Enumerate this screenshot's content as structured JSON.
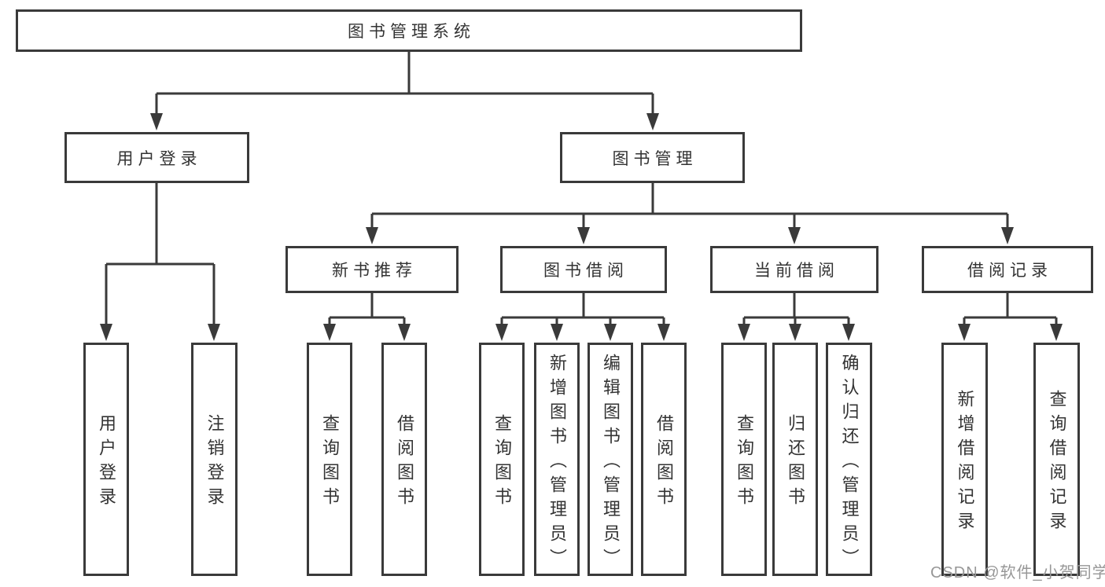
{
  "diagram": {
    "root_label": "图书管理系统",
    "login_branch": {
      "label": "用户登录",
      "children": [
        "用户登录",
        "注销登录"
      ]
    },
    "management_branch": {
      "label": "图书管理",
      "groups": [
        {
          "label": "新书推荐",
          "children": [
            "查询图书",
            "借阅图书"
          ]
        },
        {
          "label": "图书借阅",
          "children": [
            "查询图书",
            "新增图书（管理员）",
            "编辑图书（管理员）",
            "借阅图书"
          ]
        },
        {
          "label": "当前借阅",
          "children": [
            "查询图书",
            "归还图书",
            "确认归还（管理员）"
          ]
        },
        {
          "label": "借阅记录",
          "children": [
            "新增借阅记录",
            "查询借阅记录"
          ]
        }
      ]
    }
  },
  "watermark": "CSDN @软件_小贺同学",
  "colors": {
    "line": "#3a3a3a",
    "text": "#333333",
    "watermark": "#979797",
    "background": "#ffffff"
  }
}
